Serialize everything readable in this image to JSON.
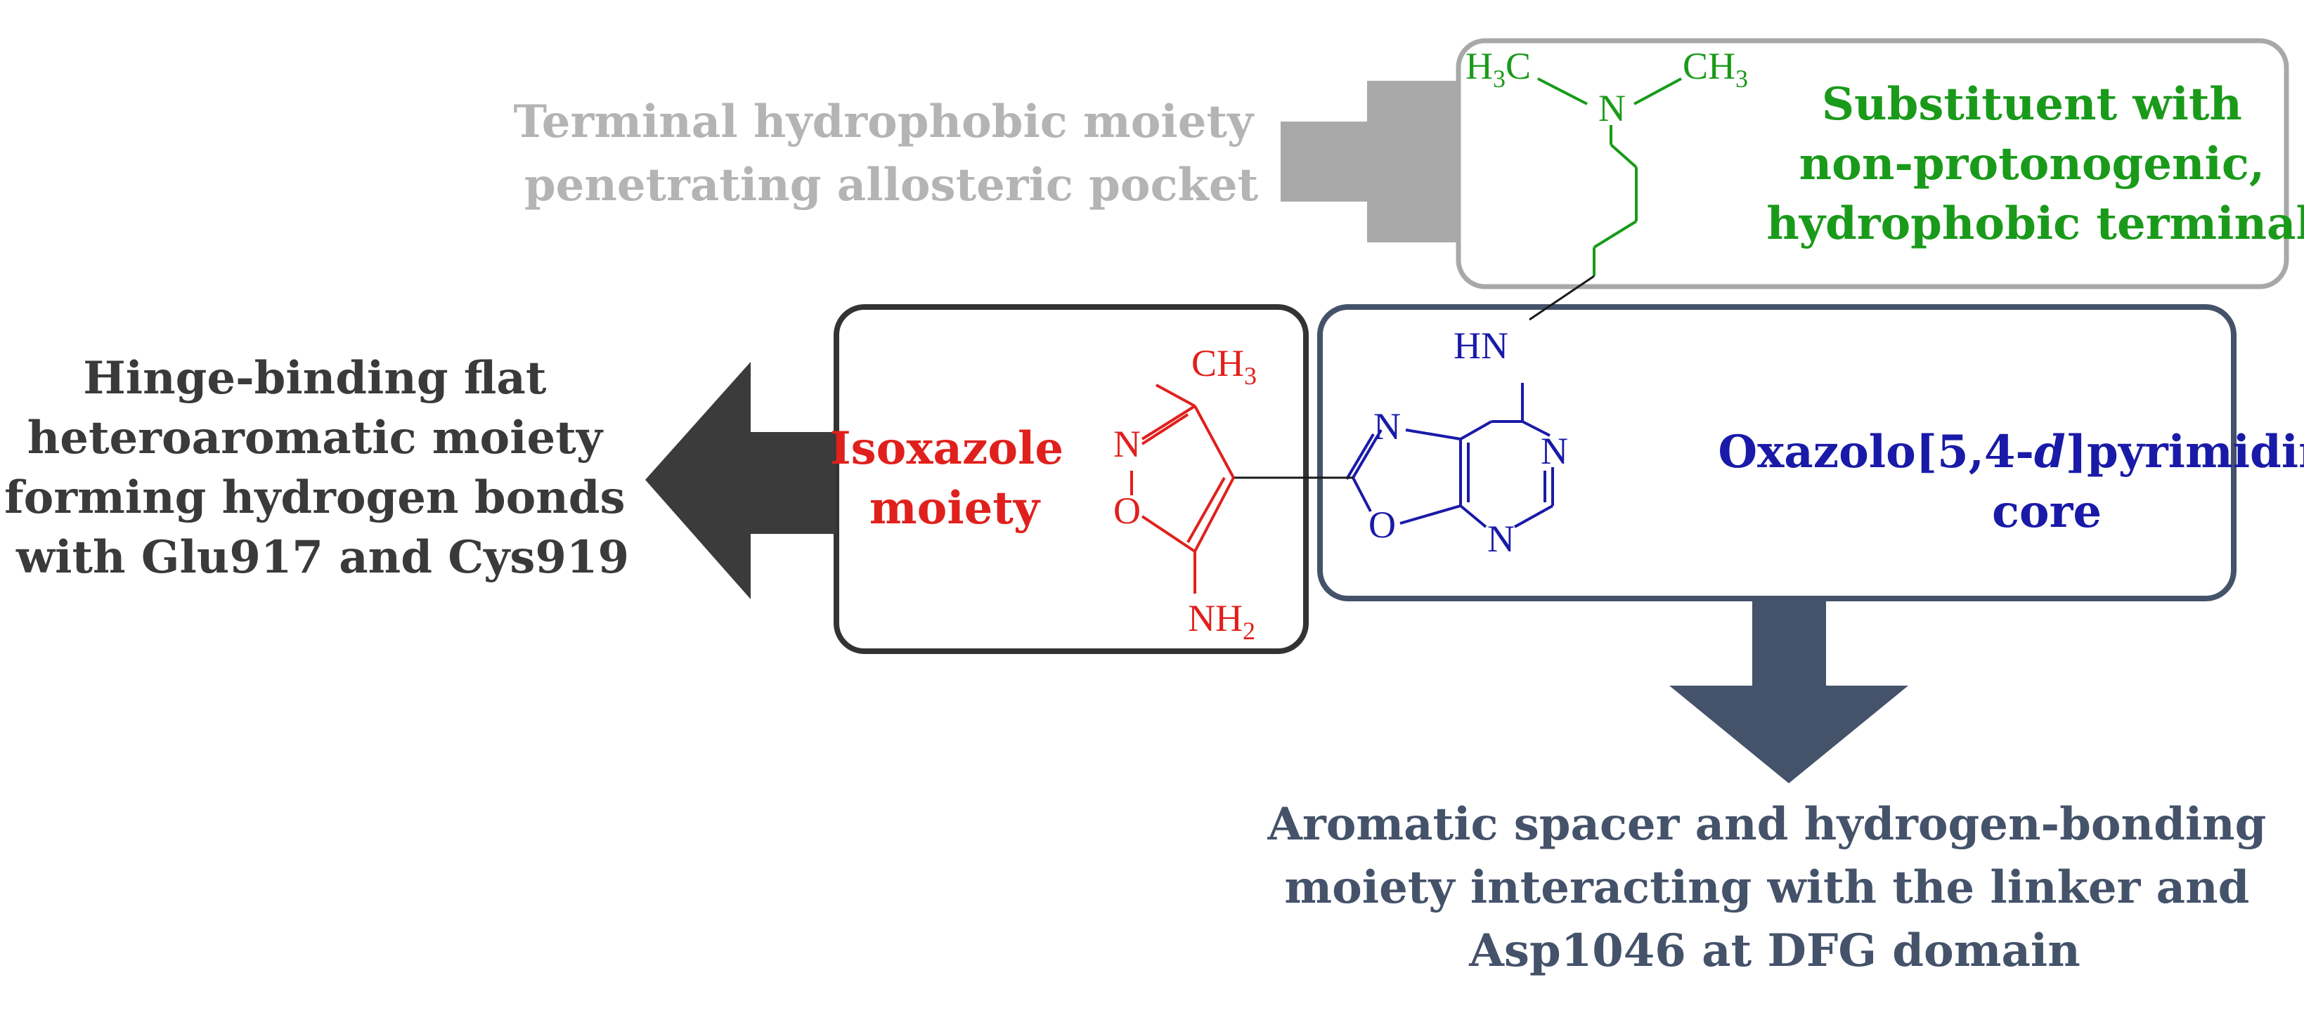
{
  "labels": {
    "terminal": [
      "Terminal hydrophobic moiety",
      "penetrating allosteric pocket"
    ],
    "substituent": [
      "Substituent with",
      "non-protonogenic,",
      "hydrophobic terminal"
    ],
    "hinge": [
      "Hinge-binding  flat",
      "heteroaromatic moiety",
      "forming hydrogen bonds",
      "with Glu917 and Cys919"
    ],
    "isoxazole": [
      "Isoxazole",
      "moiety"
    ],
    "core_prefix": "Oxazolo[5,4-",
    "core_italic": "d",
    "core_suffix": "]pyrimidine",
    "core_line2": "core",
    "spacer": [
      "Aromatic spacer and hydrogen-bonding",
      "moiety interacting with the linker and",
      "Asp1046 at DFG domain"
    ]
  },
  "atoms": {
    "h": "H",
    "h3_sub": "3",
    "c": "C",
    "ch": "CH",
    "n": "N",
    "o": "O",
    "hn": "HN",
    "nh": "NH",
    "h2_sub": "2"
  },
  "colors": {
    "terminal_gray": "#b4b4b4",
    "green": "#1a9a1a",
    "dark_text": "#3a3a3a",
    "red": "#e0201c",
    "blue": "#1a1aa8",
    "slate": "#44526a",
    "box_dark": "#333333",
    "box_gray": "#a8a8a8",
    "arrow_dark": "#3b3b3b",
    "arrow_gray": "#a9a9a9"
  }
}
